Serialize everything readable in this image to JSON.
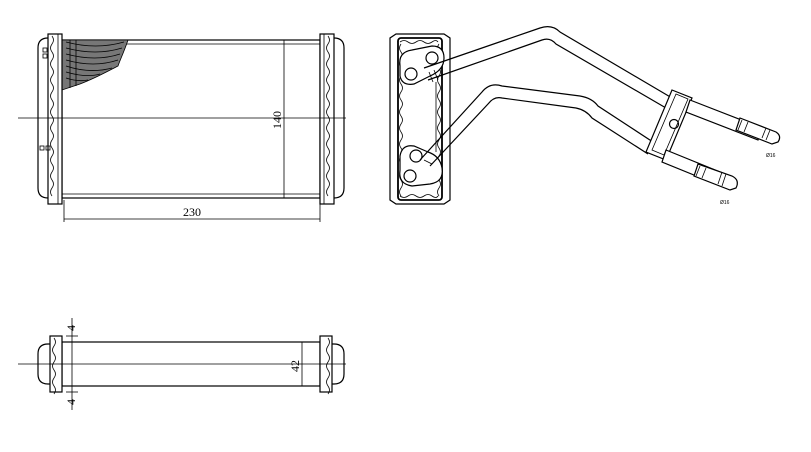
{
  "dimensions": {
    "width": "230",
    "height": "140",
    "depth": "42",
    "tank_top": "4",
    "tank_bottom": "4"
  },
  "pipe_labels": {
    "outlet_upper": "Ø16",
    "outlet_lower": "Ø16"
  },
  "colors": {
    "line": "#000000",
    "background": "#ffffff",
    "fin_fill": "#555555"
  }
}
